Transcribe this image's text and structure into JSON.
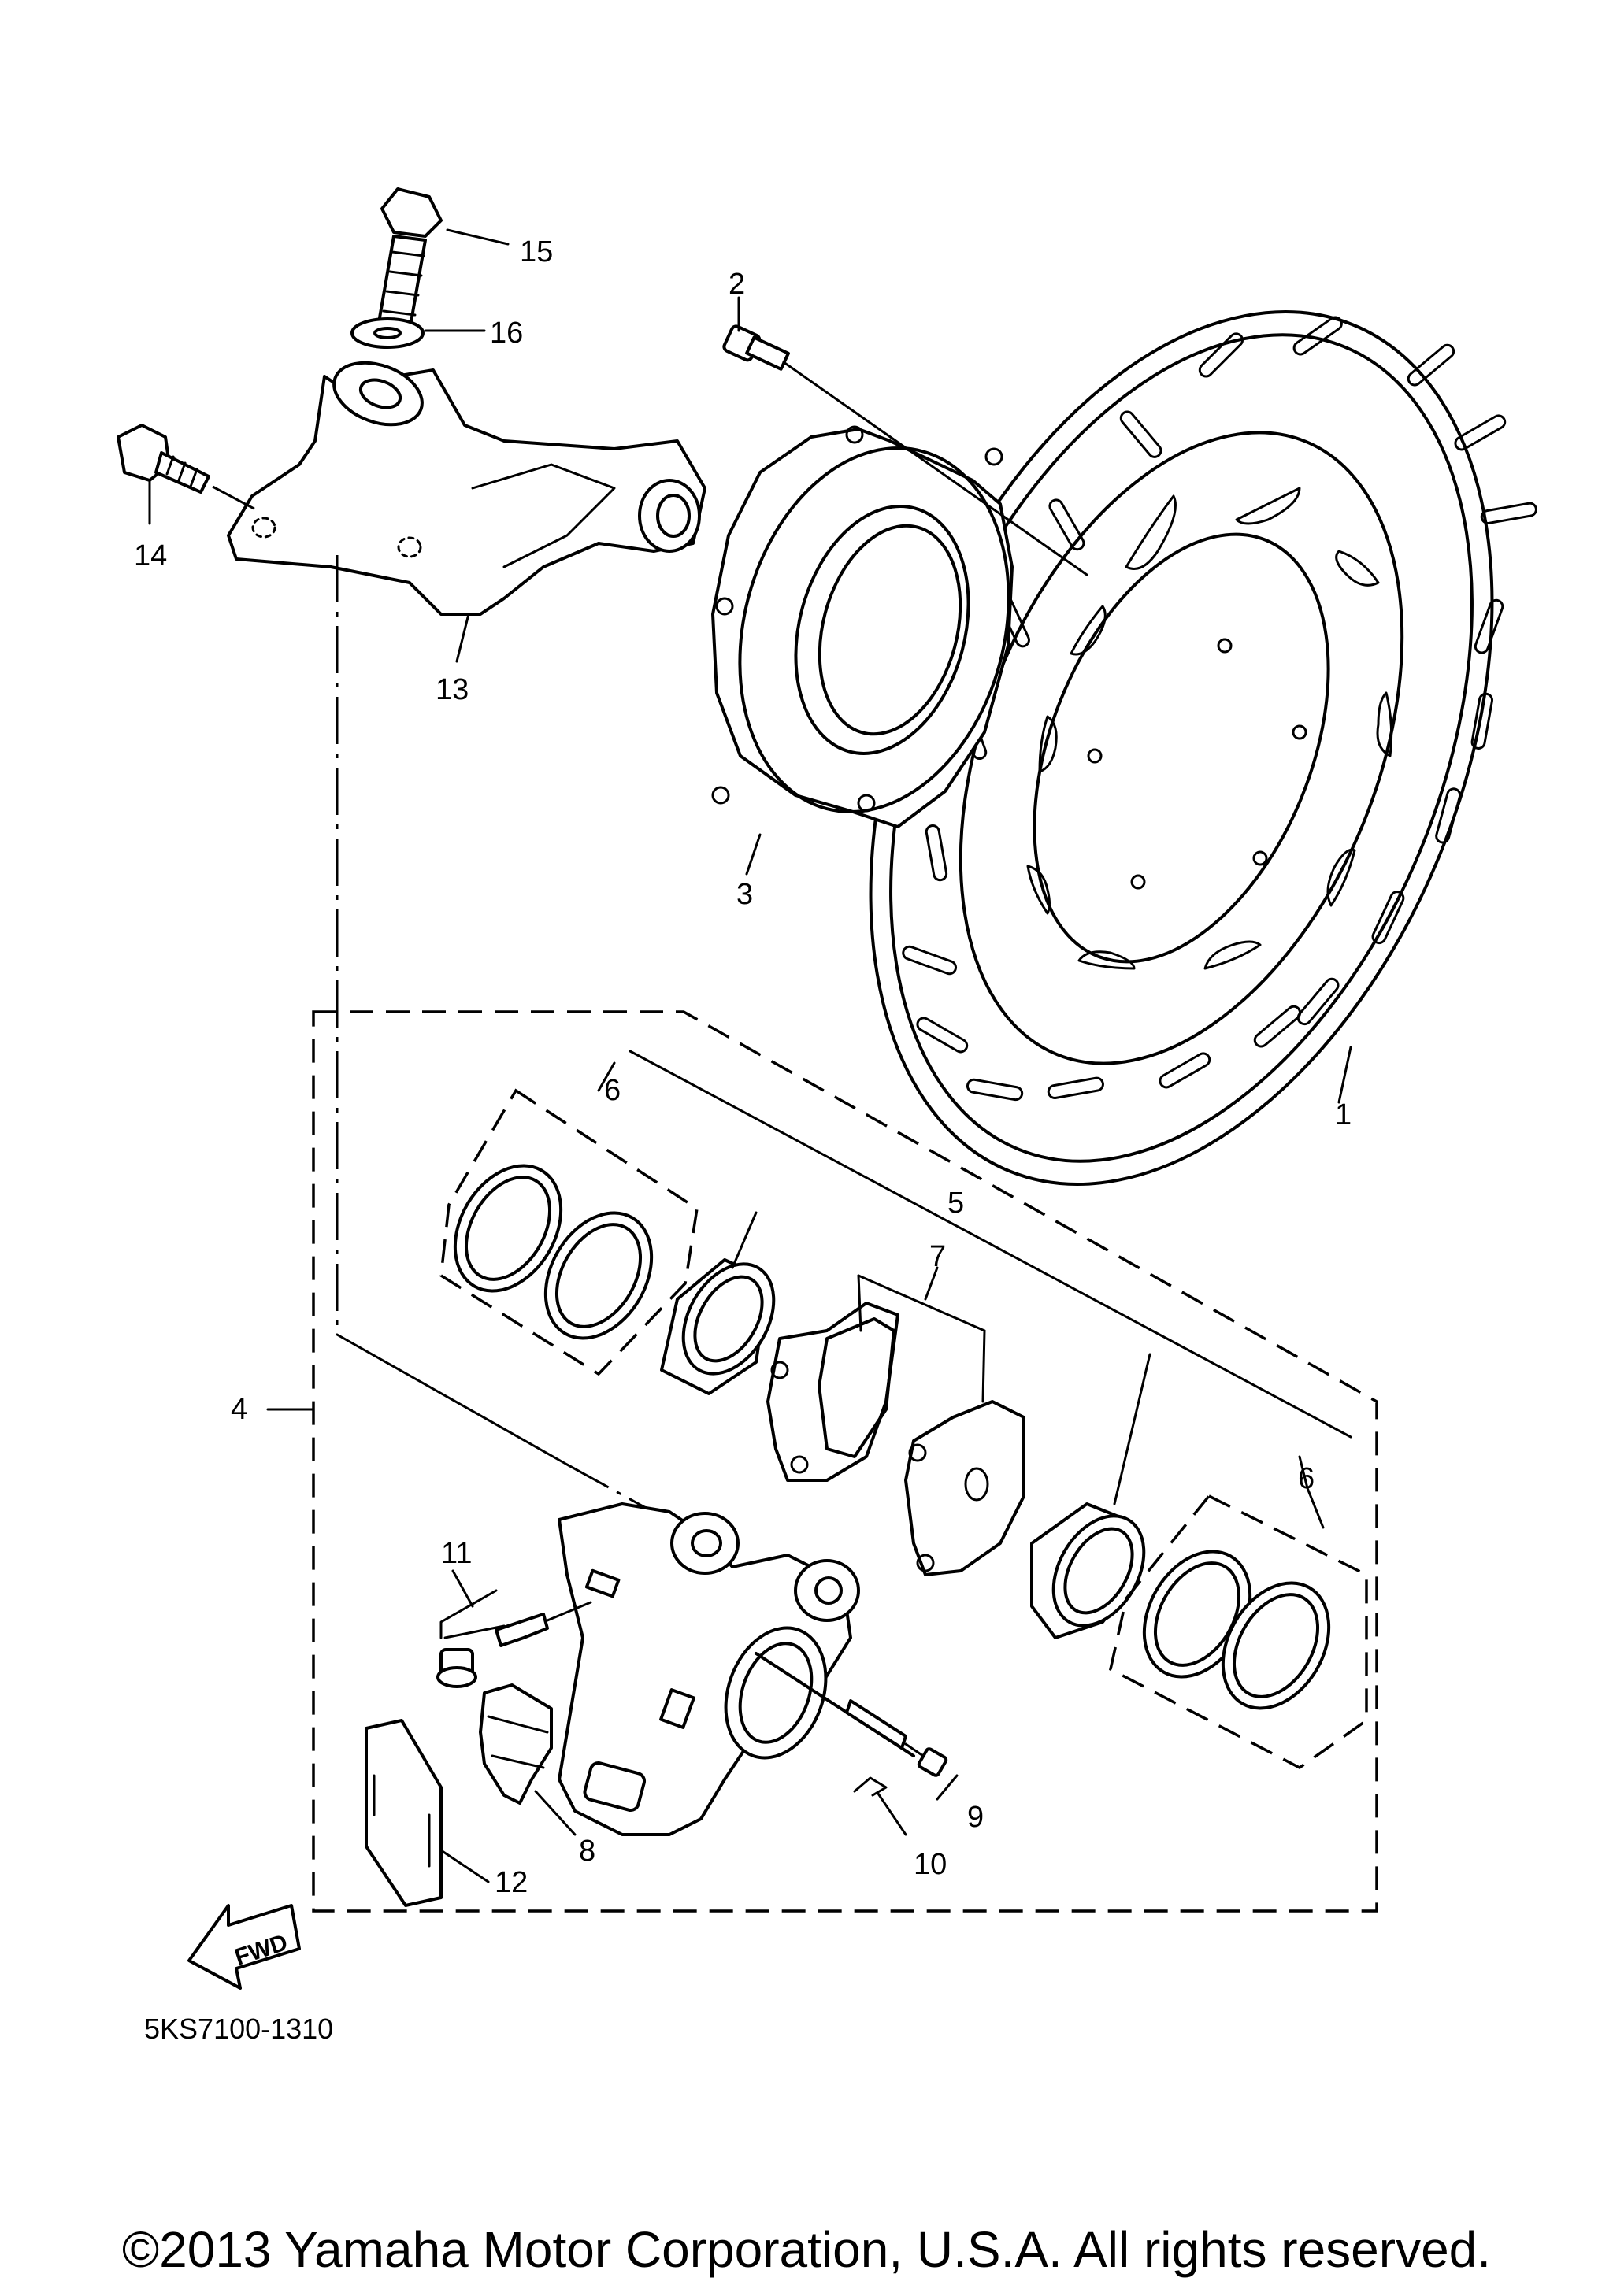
{
  "callouts": {
    "c1": "1",
    "c2": "2",
    "c3": "3",
    "c4": "4",
    "c5": "5",
    "c6a": "6",
    "c6b": "6",
    "c7": "7",
    "c8": "8",
    "c9": "9",
    "c10": "10",
    "c11": "11",
    "c12": "12",
    "c13": "13",
    "c14": "14",
    "c15": "15",
    "c16": "16"
  },
  "fwd_label": "FWD",
  "diagram_code": "5KS7100-1310",
  "copyright": "©2013 Yamaha Motor Corporation, U.S.A. All rights reserved."
}
